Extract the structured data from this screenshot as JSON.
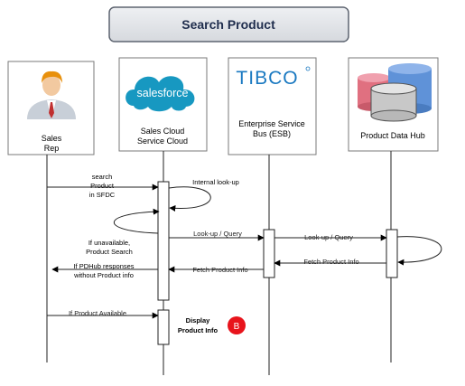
{
  "title": "Search Product",
  "participants": [
    {
      "id": "rep",
      "lines": [
        "Sales",
        "Rep"
      ],
      "icon": "person-icon"
    },
    {
      "id": "sfdc",
      "lines": [
        "Sales Cloud",
        "Service Cloud"
      ],
      "icon": "salesforce-logo",
      "logo_text": "salesforce"
    },
    {
      "id": "esb",
      "lines": [
        "Enterprise Service",
        "Bus (ESB)"
      ],
      "icon": "tibco-logo",
      "logo_text": "TIBCO"
    },
    {
      "id": "pdh",
      "lines": [
        "Product Data Hub"
      ],
      "icon": "database-icon"
    }
  ],
  "messages": {
    "search": [
      "search",
      "Product",
      "in SFDC"
    ],
    "internal_lookup": "Internal look-up",
    "unavailable": [
      "If unavailable,",
      "Product Search"
    ],
    "lookup_query_1": "Look-up / Query",
    "lookup_query_2": "Look-up / Query",
    "fetch_info_1": "Fetch Product Info",
    "fetch_info_2": "Fetch Product Info",
    "pdhub_response": [
      "If PDHub responses",
      "without Product info"
    ],
    "if_available": "If Product Available",
    "display": [
      "Display",
      "Product Info"
    ]
  },
  "badge": "B",
  "colors": {
    "title_fill": "#e4e6ea",
    "title_stroke": "#5d6470",
    "title_text": "#1f2d4d",
    "salesforce_blue": "#1798c1",
    "tibco_blue": "#1a79c1",
    "badge_red": "#e8141c",
    "db_red": "#e07080",
    "db_blue": "#5f92d8",
    "db_gray": "#c8c8c8"
  }
}
